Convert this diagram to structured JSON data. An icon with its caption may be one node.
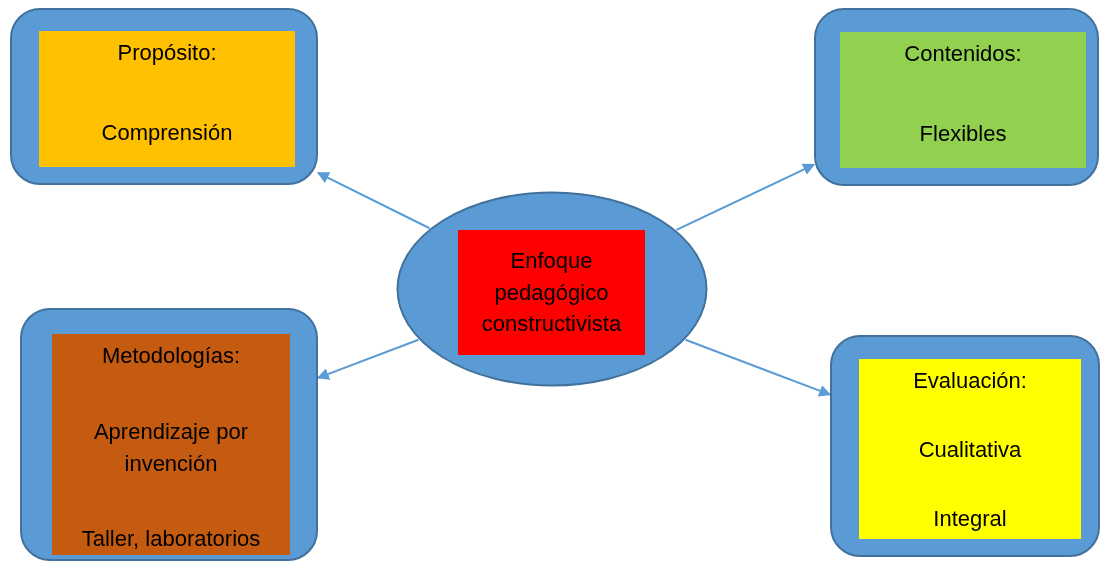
{
  "diagram": {
    "nodes": [
      {
        "text": [],
        "shape": "box"
      },
      {
        "text": [
          "Propósito:",
          "Comprensión"
        ],
        "in": 0
      },
      {
        "text": [],
        "shape": "box"
      },
      {
        "text": [
          "Contenidos:",
          "Flexibles"
        ],
        "in": 2
      },
      {
        "text": [],
        "shape": "ellipse"
      },
      {
        "text": [
          "Enfoque pedagógico constructivista"
        ],
        "in": 4
      },
      {
        "text": [],
        "shape": "box"
      },
      {
        "text": [
          "Metodologías:",
          "Aprendizaje por invención",
          "Taller, laboratorios"
        ],
        "in": 6
      },
      {
        "text": [],
        "shape": "box"
      },
      {
        "text": [
          "Evaluación:",
          "Cualitativa",
          "Integral"
        ],
        "in": 8
      }
    ],
    "edges": [
      {
        "from": 4,
        "to": 0,
        "arrow": "to"
      },
      {
        "from": 4,
        "to": 2,
        "arrow": "to"
      },
      {
        "from": 4,
        "to": 6,
        "arrow": "to"
      },
      {
        "from": 4,
        "to": 8,
        "arrow": "to"
      }
    ]
  }
}
